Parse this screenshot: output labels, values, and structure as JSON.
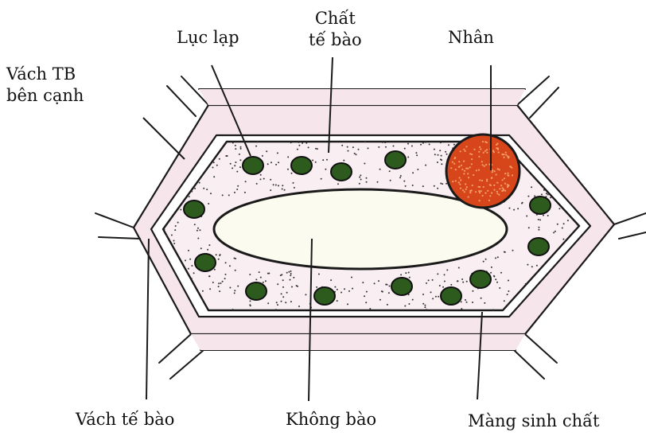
{
  "labels": {
    "adjacent_wall": [
      "Vách TB",
      "bên cạnh"
    ],
    "chloroplast": "Lục lạp",
    "cytoplasm": [
      "Chất",
      "tế bào"
    ],
    "nucleus": "Nhân",
    "cell_wall": "Vách tế bào",
    "vacuole": "Không bào",
    "cell_membrane": "Màng sinh chất"
  },
  "colors": {
    "wall_fill": "#f6e6ec",
    "cytoplasm_fill": "#f9eef2",
    "vacuole_fill": "#fbfbf0",
    "chloroplast_fill": "#2d5a1d",
    "nucleus_fill": "#d6461a",
    "outline": "#1a1a1a"
  }
}
